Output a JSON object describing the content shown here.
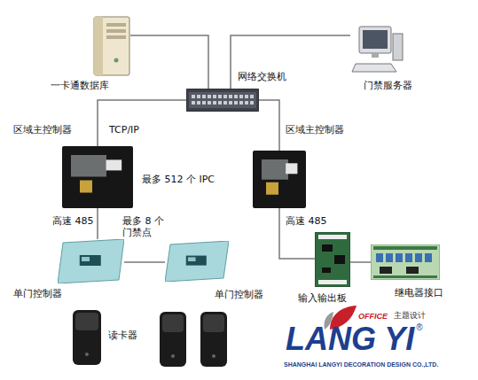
{
  "diagram": {
    "nodes": [
      {
        "text": [
          "一卡通数据库"
        ]
      },
      {
        "text": [
          "网络交换机"
        ]
      },
      {
        "text": [
          "门禁服务器"
        ]
      },
      {
        "text": [
          "区域主控制器"
        ]
      },
      {
        "text": [
          "区域主控制器"
        ]
      },
      {
        "text": [
          "单门控制器"
        ]
      },
      {
        "text": [
          "单门控制器"
        ]
      },
      {
        "text": [
          "输入输出板"
        ]
      },
      {
        "text": [
          "继电器接口"
        ]
      },
      {
        "text": [
          "读卡器"
        ]
      }
    ],
    "edges": [
      {
        "from": 0,
        "to": 1,
        "arrow": "none"
      },
      {
        "from": 1,
        "to": 2,
        "arrow": "none"
      },
      {
        "from": 1,
        "to": 3,
        "label": "TCP/IP",
        "arrow": "none"
      },
      {
        "from": 1,
        "to": 4,
        "arrow": "none"
      },
      {
        "from": 3,
        "to": 5,
        "label": "高速 485",
        "arrow": "none"
      },
      {
        "from": 5,
        "to": 6,
        "label": "最多 8 个 门禁点",
        "arrow": "none"
      },
      {
        "from": 4,
        "to": 7,
        "label": "高速 485",
        "arrow": "none"
      },
      {
        "from": 7,
        "to": 8,
        "arrow": "none"
      }
    ],
    "labels": [
      "最多 512 个 IPC",
      "OFFICE",
      "主题设计",
      "LANG YI",
      "®",
      "SHANGHAI LANGYI DECORATION DESIGN CO.,LTD."
    ]
  }
}
